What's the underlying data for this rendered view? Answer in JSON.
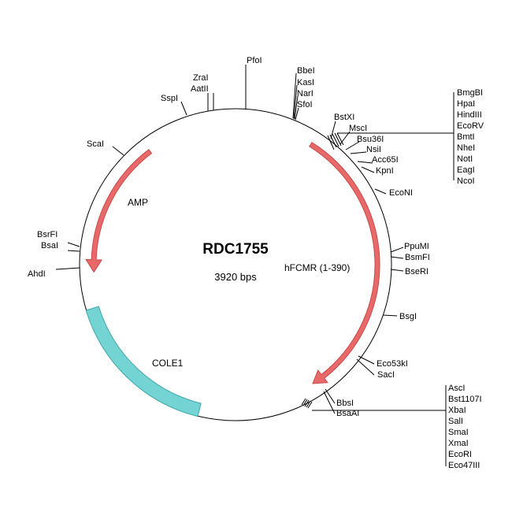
{
  "plasmid": {
    "name": "RDC1755",
    "size_label": "3920 bps"
  },
  "colors": {
    "arrow_fill": "#e8696a",
    "arrow_stroke": "#c94a4a",
    "ori_fill": "#74d4d4",
    "ori_stroke": "#3fa7a7"
  },
  "features": [
    {
      "label": "AMP",
      "kind": "arrow"
    },
    {
      "label": "hFCMR (1-390)",
      "kind": "arrow"
    },
    {
      "label": "COLE1",
      "kind": "bar"
    }
  ],
  "sites": {
    "pfoi": "PfoI",
    "zrai": "ZraI",
    "aatii": "AatII",
    "sspi": "SspI",
    "scai": "ScaI",
    "bsrfi": "BsrFI",
    "bsai": "BsaI",
    "ahdi": "AhdI",
    "bbei": "BbeI",
    "kasi": "KasI",
    "nari": "NarI",
    "sfoi": "SfoI",
    "bstxi": "BstXI",
    "msci": "MscI",
    "bsu36i": "Bsu36I",
    "nsii": "NsiI",
    "acc65i": "Acc65I",
    "kpni": "KpnI",
    "econi": "EcoNI",
    "ppumi": "PpuMI",
    "bsmfi": "BsmFI",
    "bseri": "BseRI",
    "bsgi": "BsgI",
    "eco53ki": "Eco53kI",
    "saci": "SacI",
    "bbsi": "BbsI",
    "bsaai": "BsaAI"
  },
  "cluster_top": [
    "BmgBI",
    "HpaI",
    "HindIII",
    "EcoRV",
    "BmtI",
    "NheI",
    "NotI",
    "EagI",
    "NcoI"
  ],
  "cluster_bottom": [
    "AscI",
    "Bst1107I",
    "XbaI",
    "SalI",
    "SmaI",
    "XmaI",
    "EcoRI",
    "Eco47III"
  ]
}
